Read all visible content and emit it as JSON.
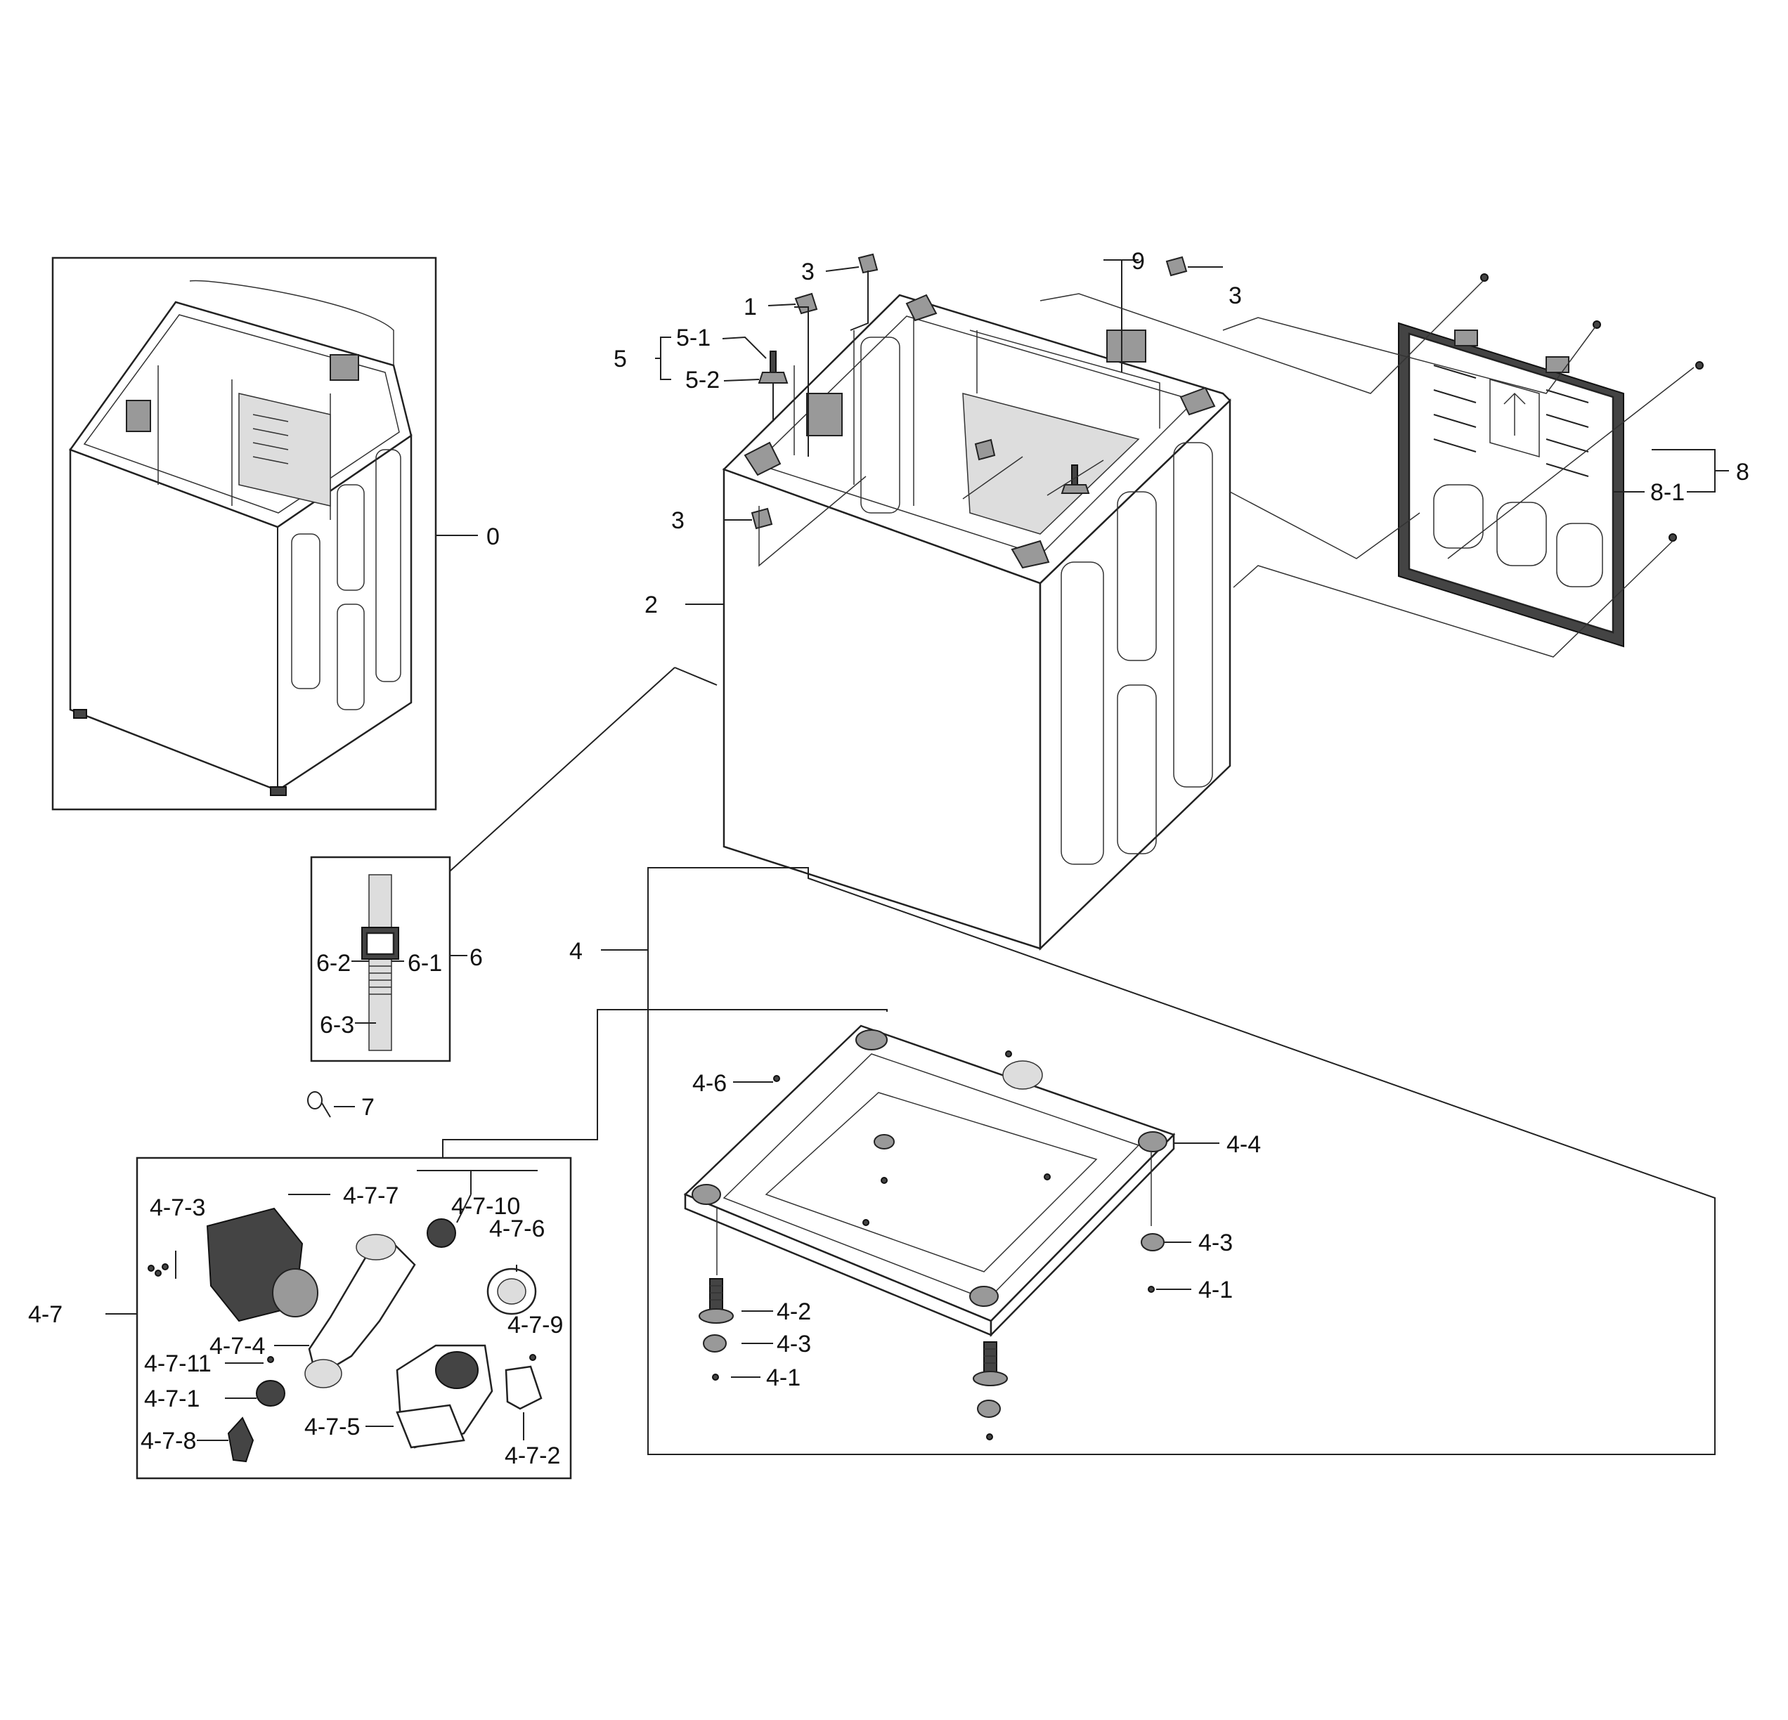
{
  "callouts": {
    "c0": "0",
    "c1": "1",
    "c2": "2",
    "c3a": "3",
    "c3b": "3",
    "c3c": "3",
    "c4": "4",
    "c4_1a": "4-1",
    "c4_1b": "4-1",
    "c4_2": "4-2",
    "c4_3a": "4-3",
    "c4_3b": "4-3",
    "c4_4": "4-4",
    "c4_6": "4-6",
    "c4_7": "4-7",
    "c4_7_1": "4-7-1",
    "c4_7_2": "4-7-2",
    "c4_7_3": "4-7-3",
    "c4_7_4": "4-7-4",
    "c4_7_5": "4-7-5",
    "c4_7_6": "4-7-6",
    "c4_7_7": "4-7-7",
    "c4_7_8": "4-7-8",
    "c4_7_9": "4-7-9",
    "c4_7_10": "4-7-10",
    "c4_7_11": "4-7-11",
    "c5": "5",
    "c5_1": "5-1",
    "c5_2": "5-2",
    "c6": "6",
    "c6_1": "6-1",
    "c6_2": "6-2",
    "c6_3": "6-3",
    "c7": "7",
    "c8": "8",
    "c8_1": "8-1",
    "c9": "9"
  }
}
